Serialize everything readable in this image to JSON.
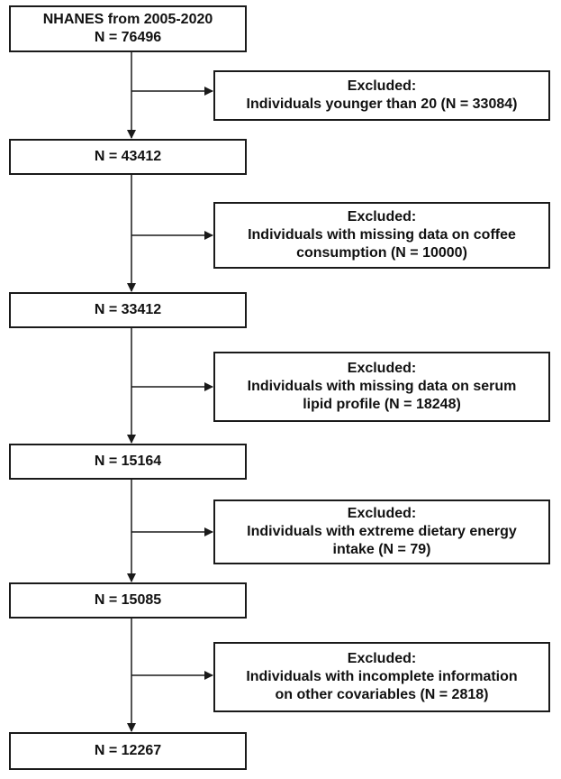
{
  "flow": {
    "stages": [
      {
        "lines": [
          "NHANES from 2005-2020",
          "N = 76496"
        ]
      },
      {
        "lines": [
          "N = 43412"
        ]
      },
      {
        "lines": [
          "N = 33412"
        ]
      },
      {
        "lines": [
          "N = 15164"
        ]
      },
      {
        "lines": [
          "N = 15085"
        ]
      },
      {
        "lines": [
          "N = 12267"
        ]
      }
    ],
    "exclusions": [
      {
        "lines": [
          "Excluded:",
          "Individuals younger than 20 (N = 33084)"
        ]
      },
      {
        "lines": [
          "Excluded:",
          "Individuals with missing data on coffee",
          "consumption (N = 10000)"
        ]
      },
      {
        "lines": [
          "Excluded:",
          "Individuals with missing data on serum",
          "lipid profile (N = 18248)"
        ]
      },
      {
        "lines": [
          "Excluded:",
          "Individuals with extreme dietary energy",
          "intake (N = 79)"
        ]
      },
      {
        "lines": [
          "Excluded:",
          "Individuals with incomplete information",
          "on other covariables (N = 2818)"
        ]
      }
    ]
  },
  "colors": {
    "line": "#1a1a1a",
    "box_border": "#1a1a1a",
    "background": "#ffffff"
  }
}
